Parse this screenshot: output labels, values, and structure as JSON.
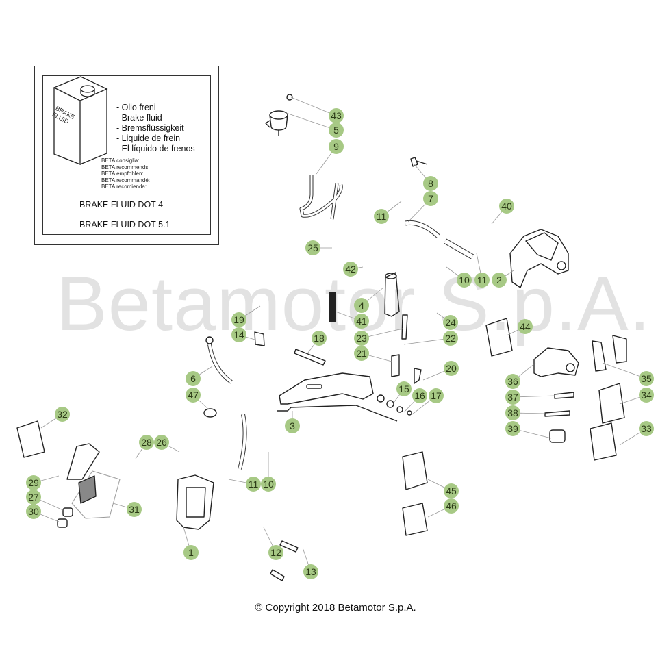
{
  "watermark": "Betamotor S.p.A.",
  "copyright": "© Copyright 2018 Betamotor S.p.A.",
  "fluid_box": {
    "can_label": [
      "BRAKE",
      "FLUID"
    ],
    "names": [
      "- Olio freni",
      "- Brake fluid",
      "- Bremsflüssigkeit",
      "- Liquide de frein",
      "- El líquido de frenos"
    ],
    "recommend": [
      "BETA consiglia:",
      "BETA recommends:",
      "BETA empfohlen:",
      "BETA recommandé:",
      "BETA recomienda:"
    ],
    "dot4": "BRAKE FLUID DOT 4",
    "dot51": "BRAKE FLUID DOT 5.1"
  },
  "colors": {
    "callout_fill": "#a7c985",
    "callout_text": "#2b3a16",
    "watermark": "#e2e2e2"
  },
  "callouts": [
    {
      "id": "c43",
      "label": "43"
    },
    {
      "id": "c5",
      "label": "5"
    },
    {
      "id": "c9",
      "label": "9"
    },
    {
      "id": "c8",
      "label": "8"
    },
    {
      "id": "c7",
      "label": "7"
    },
    {
      "id": "c11a",
      "label": "11"
    },
    {
      "id": "c40",
      "label": "40"
    },
    {
      "id": "c10a",
      "label": "10"
    },
    {
      "id": "c11b",
      "label": "11"
    },
    {
      "id": "c2",
      "label": "2"
    },
    {
      "id": "c25",
      "label": "25"
    },
    {
      "id": "c42",
      "label": "42"
    },
    {
      "id": "c4",
      "label": "4"
    },
    {
      "id": "c41",
      "label": "41"
    },
    {
      "id": "c24",
      "label": "24"
    },
    {
      "id": "c23",
      "label": "23"
    },
    {
      "id": "c22",
      "label": "22"
    },
    {
      "id": "c21",
      "label": "21"
    },
    {
      "id": "c19",
      "label": "19"
    },
    {
      "id": "c14",
      "label": "14"
    },
    {
      "id": "c18",
      "label": "18"
    },
    {
      "id": "c20",
      "label": "20"
    },
    {
      "id": "c15",
      "label": "15"
    },
    {
      "id": "c16",
      "label": "16"
    },
    {
      "id": "c17",
      "label": "17"
    },
    {
      "id": "c3",
      "label": "3"
    },
    {
      "id": "c6",
      "label": "6"
    },
    {
      "id": "c47",
      "label": "47"
    },
    {
      "id": "c44",
      "label": "44"
    },
    {
      "id": "c36",
      "label": "36"
    },
    {
      "id": "c35",
      "label": "35"
    },
    {
      "id": "c37",
      "label": "37"
    },
    {
      "id": "c34",
      "label": "34"
    },
    {
      "id": "c38",
      "label": "38"
    },
    {
      "id": "c39",
      "label": "39"
    },
    {
      "id": "c33",
      "label": "33"
    },
    {
      "id": "c32",
      "label": "32"
    },
    {
      "id": "c28",
      "label": "28"
    },
    {
      "id": "c26",
      "label": "26"
    },
    {
      "id": "c29",
      "label": "29"
    },
    {
      "id": "c27",
      "label": "27"
    },
    {
      "id": "c30",
      "label": "30"
    },
    {
      "id": "c31",
      "label": "31"
    },
    {
      "id": "c11c",
      "label": "11"
    },
    {
      "id": "c10b",
      "label": "10"
    },
    {
      "id": "c1",
      "label": "1"
    },
    {
      "id": "c12",
      "label": "12"
    },
    {
      "id": "c13",
      "label": "13"
    },
    {
      "id": "c45",
      "label": "45"
    },
    {
      "id": "c46",
      "label": "46"
    }
  ]
}
